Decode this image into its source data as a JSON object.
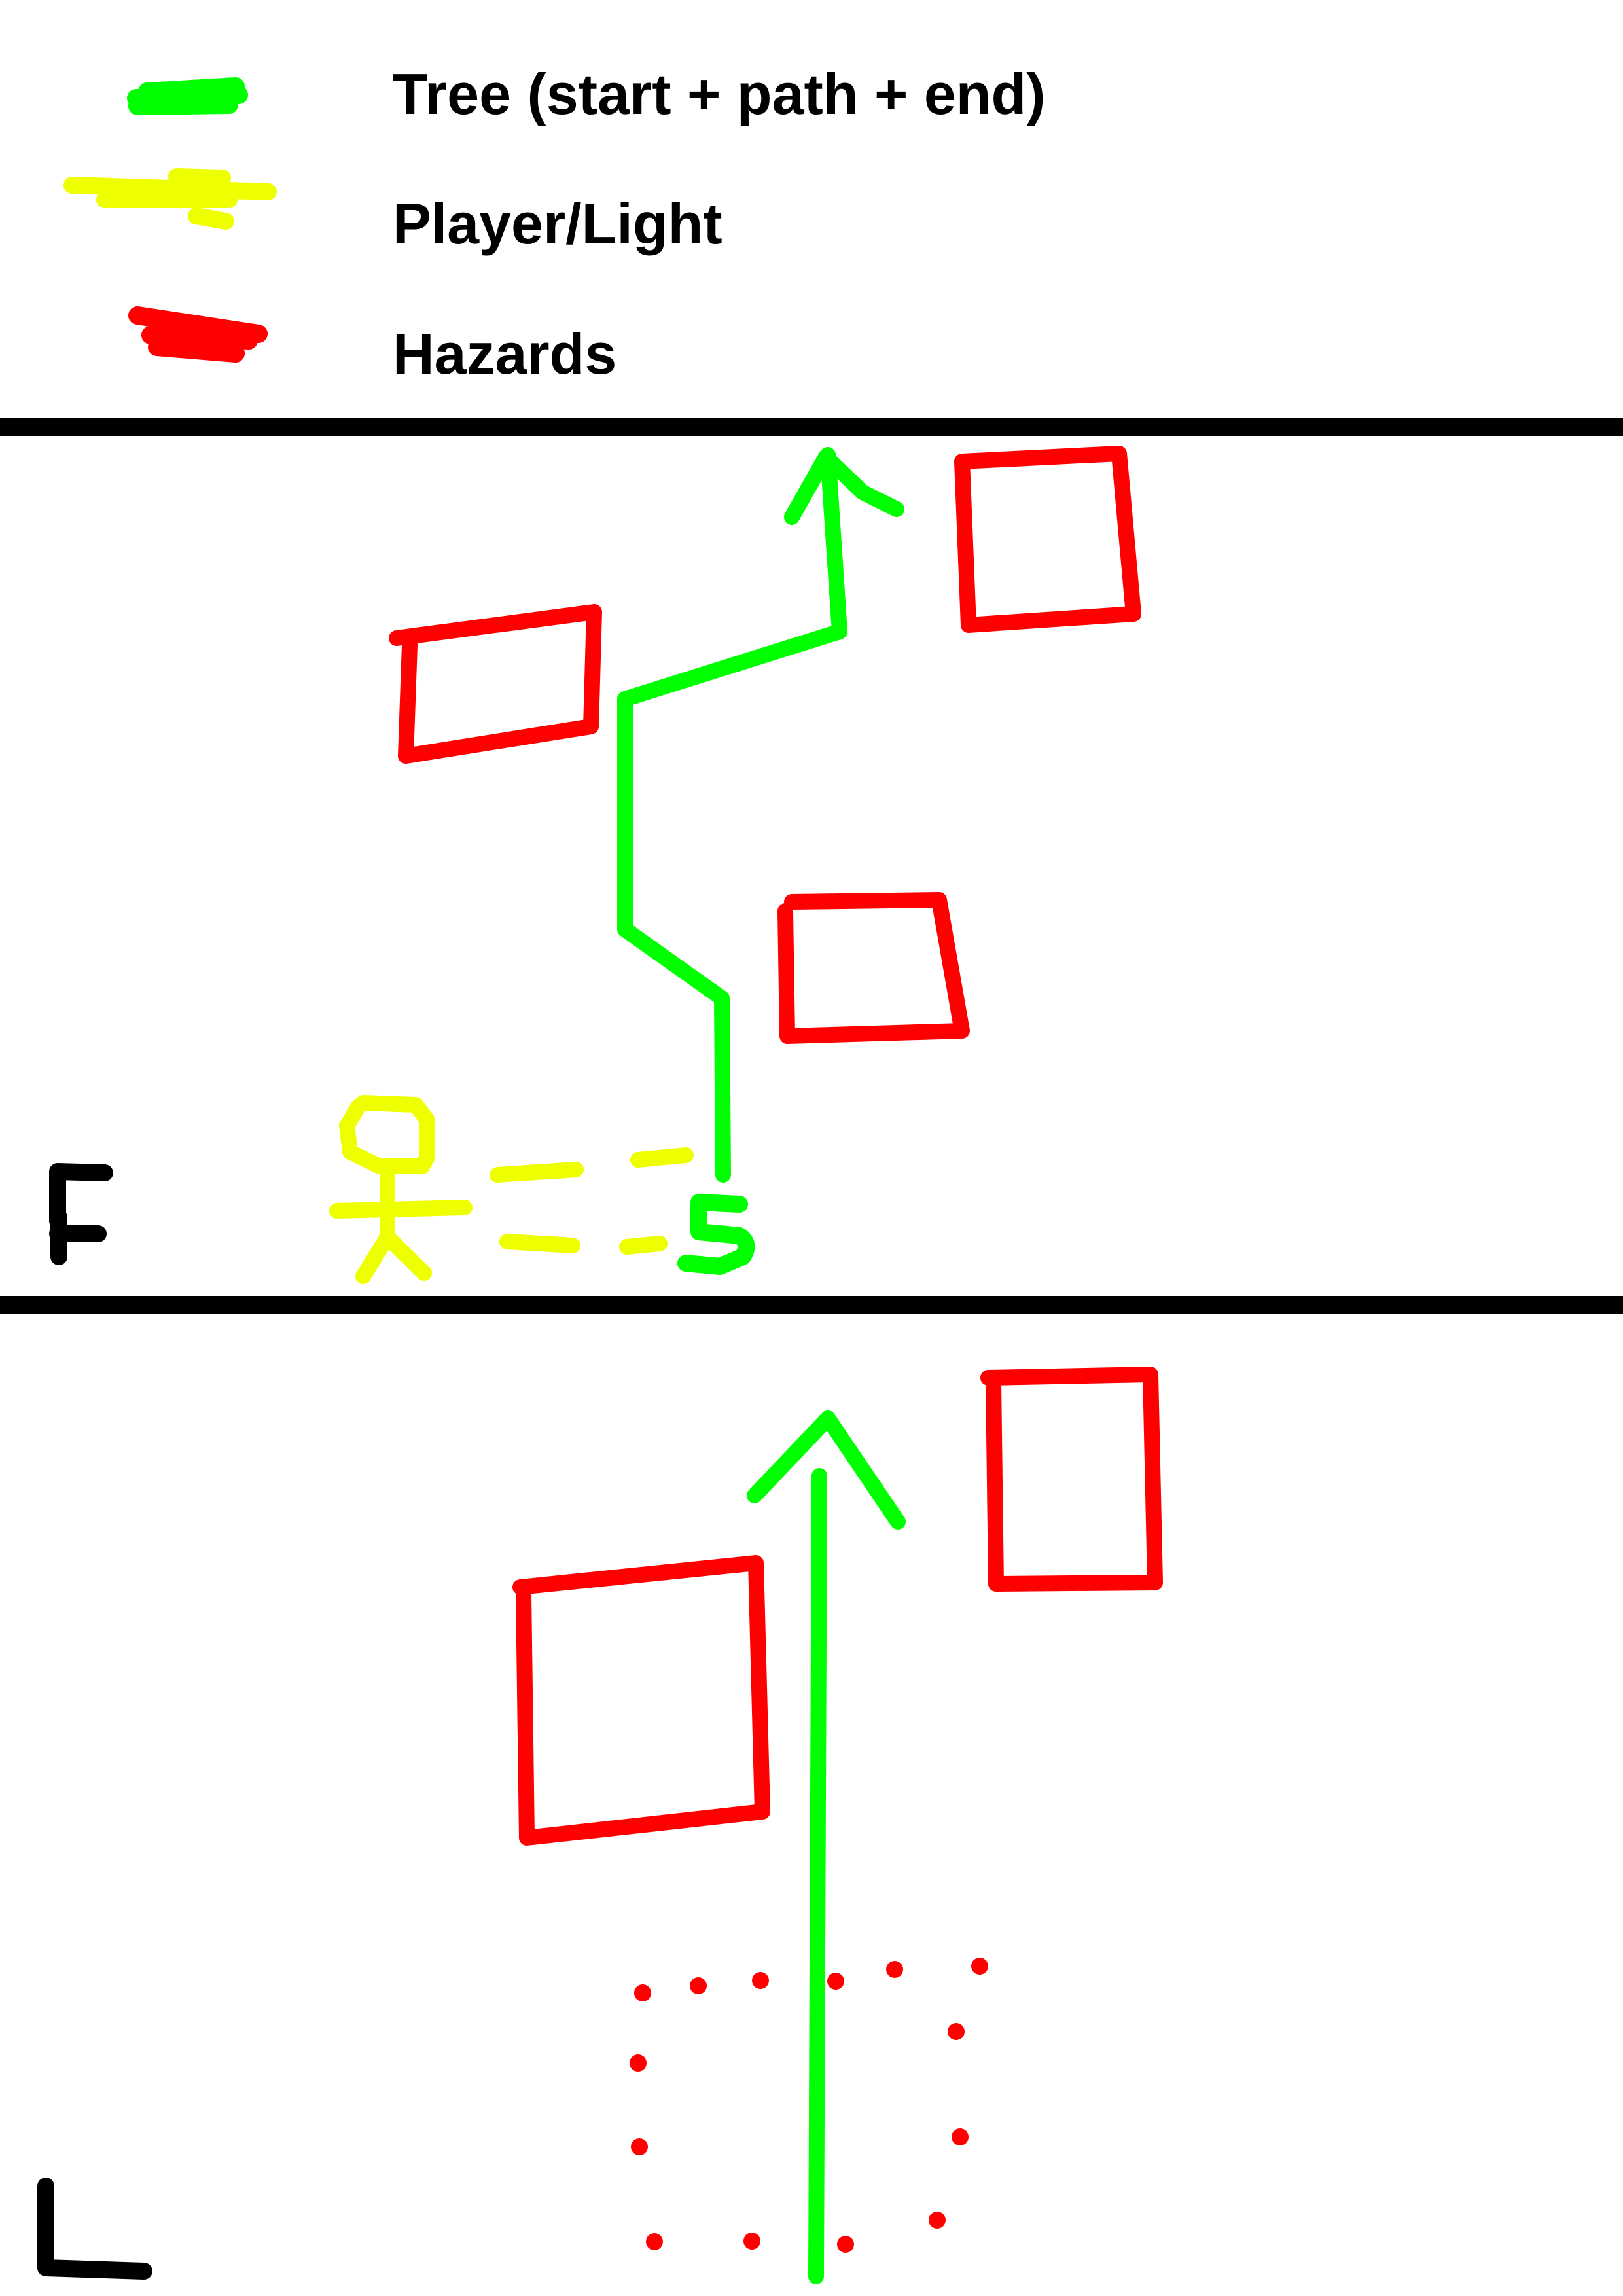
{
  "colors": {
    "tree": "#00ff00",
    "player": "#eeff00",
    "hazard": "#ff0000",
    "ink": "#000000",
    "background": "#ffffff"
  },
  "legend": {
    "tree": {
      "label": "Tree (start + path + end)",
      "color": "#00ff00"
    },
    "player": {
      "label": "Player/Light",
      "color": "#eeff00"
    },
    "hazard": {
      "label": "Hazards",
      "color": "#ff0000"
    }
  },
  "panels": [
    {
      "id": "F",
      "letter": "F",
      "start_marker": "S"
    },
    {
      "id": "L",
      "letter": "L"
    }
  ]
}
